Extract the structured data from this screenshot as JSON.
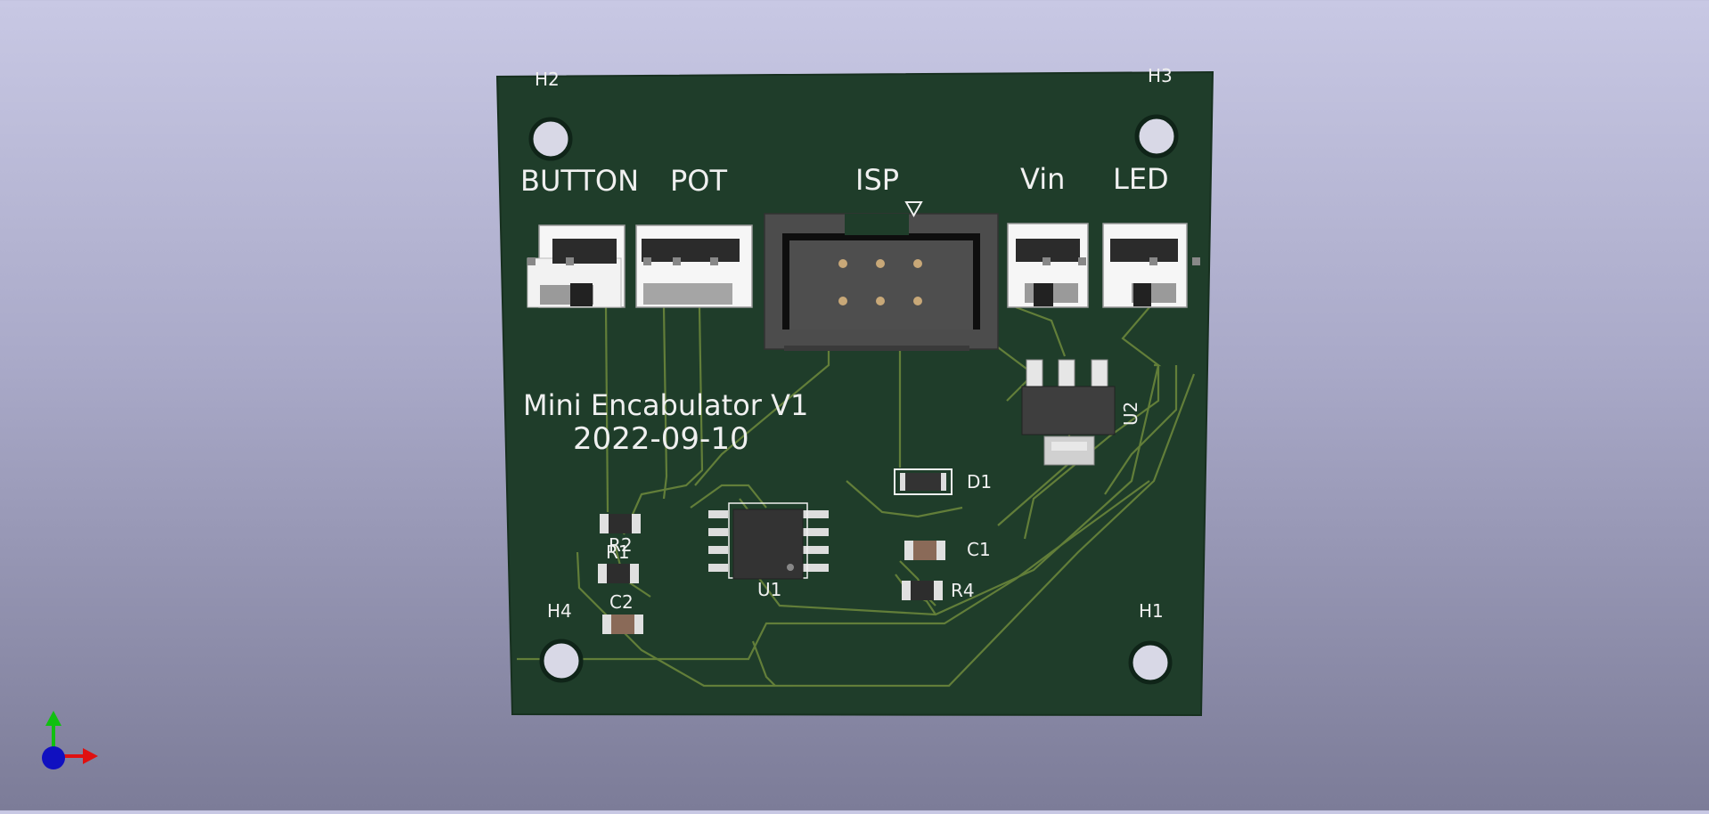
{
  "board": {
    "title": "Mini Encabulator V1",
    "date": "2022-09-10"
  },
  "connectors": {
    "button": "BUTTON",
    "pot": "POT",
    "isp": "ISP",
    "vin": "Vin",
    "led": "LED"
  },
  "refs": {
    "h1": "H1",
    "h2": "H2",
    "h3": "H3",
    "h4": "H4",
    "u1": "U1",
    "u2": "U2",
    "d1": "D1",
    "c1": "C1",
    "c2": "C2",
    "r1": "R1",
    "r2": "R2",
    "r4": "R4"
  },
  "colors": {
    "background_top": "#c8c8e4",
    "background_bottom": "#7c7c98",
    "pcb": "#1f3d2a",
    "trace": "#6e8a3c",
    "silkscreen": "#f0f0f0",
    "axis_x": "#e01010",
    "axis_y": "#10c010",
    "axis_z": "#1010c0"
  },
  "axis_gizmo": {
    "icon": "xyz-axis-icon"
  }
}
